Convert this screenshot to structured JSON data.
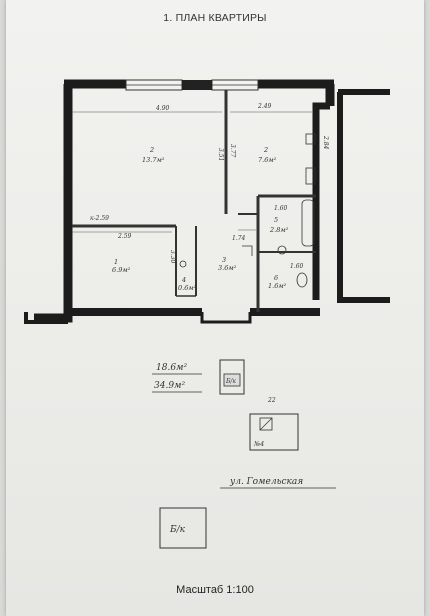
{
  "page": {
    "title": "1. ПЛАН КВАРТИРЫ",
    "scale": "Масштаб 1:100"
  },
  "dimensions": {
    "top_left_width": "4.90",
    "top_right_width": "2.49",
    "right_height": "2.84",
    "partition_height": "3.51",
    "partition_height_2": "3.77",
    "corridor_height": "2.59",
    "left_mark": "к-2.59",
    "bath_width": "1.60",
    "wc_width": "1.60",
    "hall_width": "1.74",
    "closet_height": "3.30"
  },
  "rooms": {
    "room_2": {
      "number": "2",
      "area": "13.7м²"
    },
    "room_3": {
      "number": "2",
      "area": "7.6м²"
    },
    "room_1": {
      "number": "1",
      "area": "6.9м²"
    },
    "closet": {
      "number": "4",
      "area": "0.6м²"
    },
    "hall": {
      "number": "3",
      "area": "3.6м²"
    },
    "bath": {
      "number": "5",
      "area": "2.8м²"
    },
    "wc": {
      "number": "6",
      "area": "1.6м²"
    }
  },
  "totals": {
    "living_area": "18.6м²",
    "total_area": "34.9м²"
  },
  "legend": {
    "house_mark": "Б/к",
    "house_mark_2": "Б/к",
    "building_no": "№4",
    "building_dim": "22",
    "street": "ул. Гомельская"
  }
}
